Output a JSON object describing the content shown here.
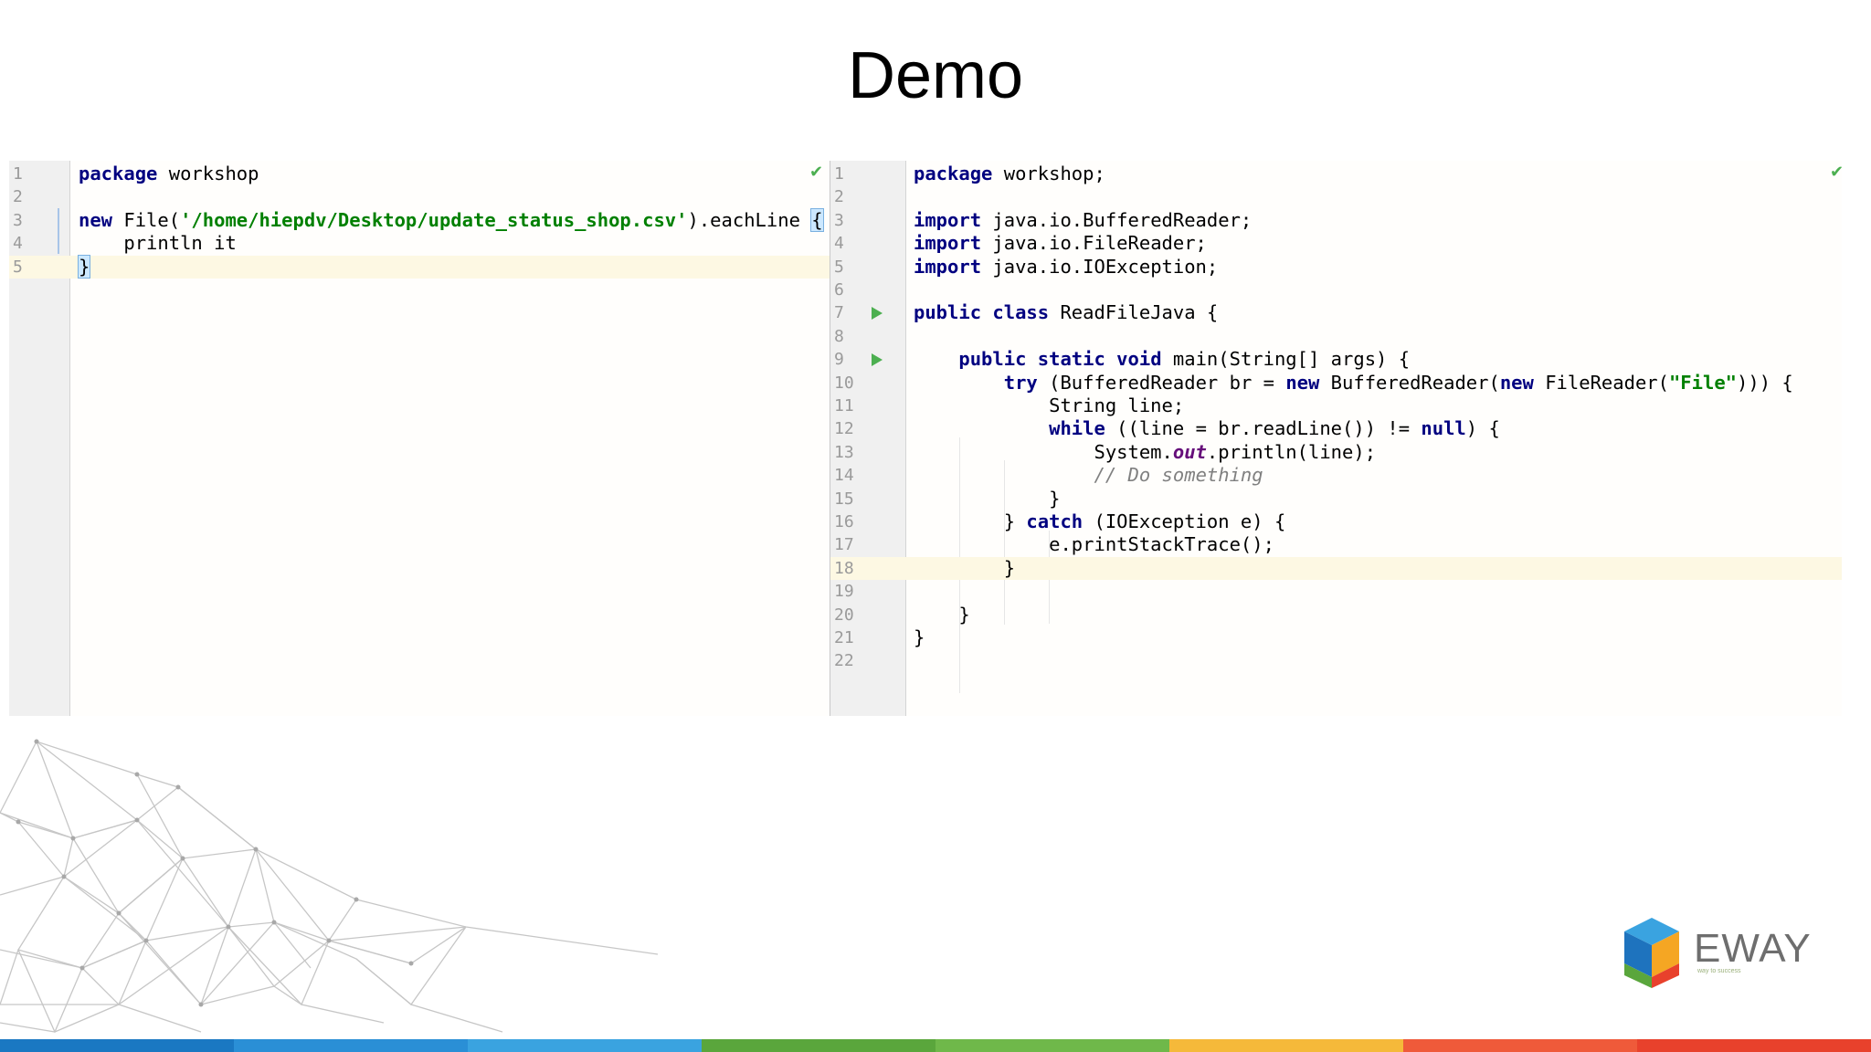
{
  "slide": {
    "title": "Demo"
  },
  "left_editor": {
    "lines": [
      {
        "n": "1",
        "html": "<span class=\"kw\">package</span> workshop"
      },
      {
        "n": "2",
        "html": ""
      },
      {
        "n": "3",
        "html": "<span class=\"kw\">new</span> File(<span class=\"str\">'/home/hiepdv/Desktop/update_status_shop.csv'</span>).eachLine <span class=\"brace-match\">{</span>"
      },
      {
        "n": "4",
        "html": "    println it"
      },
      {
        "n": "5",
        "html": "<span class=\"brace-match\">}</span>"
      }
    ],
    "current_line": 5
  },
  "right_editor": {
    "lines": [
      {
        "n": "1",
        "html": "<span class=\"kw\">package</span> workshop;"
      },
      {
        "n": "2",
        "html": ""
      },
      {
        "n": "3",
        "html": "<span class=\"kw\">import</span> java.io.BufferedReader;"
      },
      {
        "n": "4",
        "html": "<span class=\"kw\">import</span> java.io.FileReader;"
      },
      {
        "n": "5",
        "html": "<span class=\"kw\">import</span> java.io.IOException;"
      },
      {
        "n": "6",
        "html": ""
      },
      {
        "n": "7",
        "html": "<span class=\"kw\">public class</span> ReadFileJava {",
        "run": true
      },
      {
        "n": "8",
        "html": ""
      },
      {
        "n": "9",
        "html": "    <span class=\"kw\">public static void</span> main(String[] args) {",
        "run": true
      },
      {
        "n": "10",
        "html": "        <span class=\"kw\">try</span> (BufferedReader br = <span class=\"kw\">new</span> BufferedReader(<span class=\"kw\">new</span> FileReader(<span class=\"str\">\"File\"</span>))) {"
      },
      {
        "n": "11",
        "html": "            String line;"
      },
      {
        "n": "12",
        "html": "            <span class=\"kw\">while</span> ((line = br.readLine()) != <span class=\"kw\">null</span>) {"
      },
      {
        "n": "13",
        "html": "                System.<span class=\"static-field\">out</span>.println(line);"
      },
      {
        "n": "14",
        "html": "                <span class=\"comment\">// Do something</span>"
      },
      {
        "n": "15",
        "html": "            }"
      },
      {
        "n": "16",
        "html": "        } <span class=\"kw\">catch</span> (IOException e) {"
      },
      {
        "n": "17",
        "html": "            e.printStackTrace();"
      },
      {
        "n": "18",
        "html": "        }"
      },
      {
        "n": "19",
        "html": ""
      },
      {
        "n": "20",
        "html": "    }"
      },
      {
        "n": "21",
        "html": "}"
      },
      {
        "n": "22",
        "html": ""
      }
    ],
    "current_line": 18
  },
  "icons": {
    "run": "run-gutter-icon",
    "check_left": "inspection-ok-icon",
    "check_right": "inspection-ok-icon"
  },
  "logo": {
    "word": "EWAY",
    "tagline": "way to success"
  },
  "colors": {
    "keyword": "#000080",
    "string": "#008000",
    "comment": "#808080",
    "current_line": "#fdf8e3",
    "bar": [
      "#1a78c2",
      "#2a8fd6",
      "#3aa3e0",
      "#5aa63c",
      "#6fb84a",
      "#f5b93a",
      "#ef5a3a",
      "#e8412c"
    ]
  }
}
